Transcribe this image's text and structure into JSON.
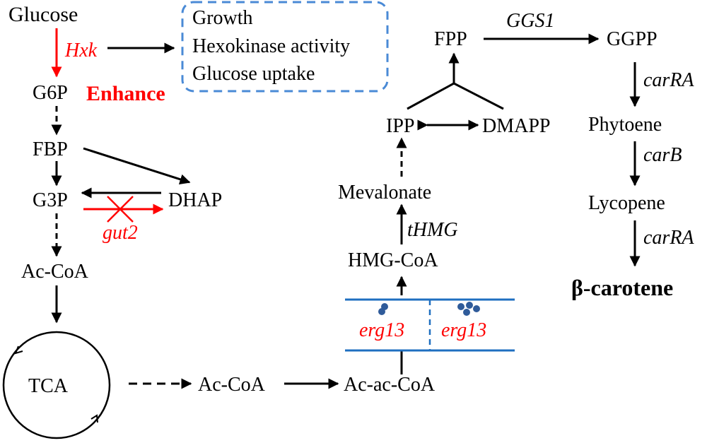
{
  "colors": {
    "black": "#000000",
    "red": "#ff0000",
    "blue": "#1f6fc0",
    "box_dash": "#4a8ad6",
    "ball": "#2f5b9a"
  },
  "glycolysis": {
    "glucose": "Glucose",
    "hxk": "Hxk",
    "g6p": "G6P",
    "enhance": "Enhance",
    "fbp": "FBP",
    "g3p": "G3P",
    "dhap": "DHAP",
    "gut2": "gut2",
    "accoa": "Ac-CoA",
    "tca": "TCA"
  },
  "effects": {
    "items": [
      "Growth",
      "Hexokinase activity",
      "Glucose uptake"
    ]
  },
  "mevalonate": {
    "accoa2": "Ac-CoA",
    "acaccoa": "Ac-ac-CoA",
    "erg13_left": "erg13",
    "erg13_right": "erg13",
    "hmgcoa": "HMG-CoA",
    "thmg": "tHMG",
    "mevalonate": "Mevalonate",
    "ipp": "IPP",
    "dmapp": "DMAPP",
    "fpp": "FPP",
    "ggs1": "GGS1"
  },
  "carotenoid": {
    "ggpp": "GGPP",
    "carra1": "carRA",
    "phytoene": "Phytoene",
    "carb": "carB",
    "lycopene": "Lycopene",
    "carra2": "carRA",
    "bcarotene": "β-carotene"
  }
}
